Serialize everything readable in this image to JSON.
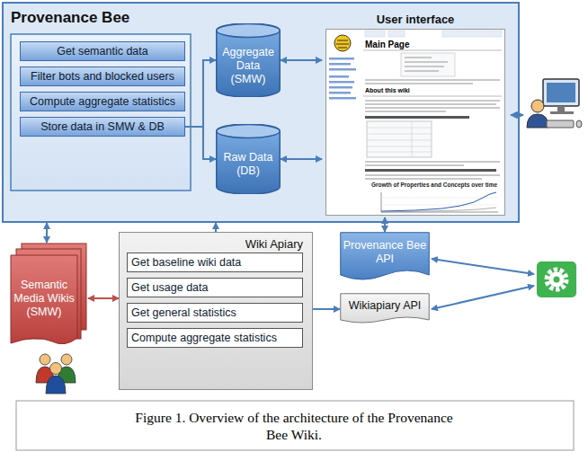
{
  "diagram": {
    "caption": "Figure 1. Overview of the architecture of the Provenance Bee Wiki.",
    "nodes": [
      {
        "text": [
          "Provenance Bee"
        ]
      },
      {
        "text": [
          "Get semantic data"
        ],
        "in": 0
      },
      {
        "text": [
          "Filter bots and blocked users"
        ],
        "in": 0
      },
      {
        "text": [
          "Compute aggregate statistics"
        ],
        "in": 0
      },
      {
        "text": [
          "Store data in SMW & DB"
        ],
        "in": 0
      },
      {
        "text": [
          "Aggregate Data (SMW)"
        ],
        "in": 0
      },
      {
        "text": [
          "Raw Data (DB)"
        ],
        "in": 0
      },
      {
        "text": [
          "User interface"
        ],
        "in": 0
      },
      {
        "text": [
          "Semantic Media Wikis (SMW)"
        ]
      },
      {
        "text": [
          "Wiki Apiary"
        ]
      },
      {
        "text": [
          "Get baseline wiki data"
        ],
        "in": 9
      },
      {
        "text": [
          "Get usage data"
        ],
        "in": 9
      },
      {
        "text": [
          "Get general statistics"
        ],
        "in": 9
      },
      {
        "text": [
          "Compute aggregate statistics"
        ],
        "in": 9
      },
      {
        "text": [
          "Provenance Bee API"
        ]
      },
      {
        "text": [
          "Wikiapiary API"
        ]
      }
    ],
    "edges": [
      {
        "from": 4,
        "to": 5,
        "arrow": "to"
      },
      {
        "from": 4,
        "to": 6,
        "arrow": "to"
      },
      {
        "from": 5,
        "to": 7,
        "arrow": "both"
      },
      {
        "from": 6,
        "to": 7,
        "arrow": "both"
      },
      {
        "from": 0,
        "to": 8,
        "arrow": "both"
      },
      {
        "from": 8,
        "to": 9,
        "arrow": "both"
      },
      {
        "from": 9,
        "to": 0,
        "arrow": "to"
      },
      {
        "from": 7,
        "to": 14,
        "arrow": "both"
      },
      {
        "from": 9,
        "to": 15,
        "arrow": "to"
      }
    ],
    "labels": [
      "Main Page",
      "About this wiki",
      "Growth of Properties and Concepts over time"
    ]
  }
}
